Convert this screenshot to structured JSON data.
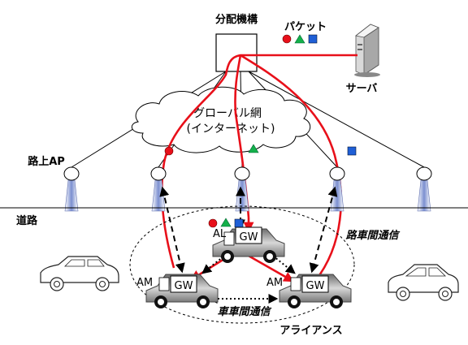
{
  "labels": {
    "distributor": "分配機構",
    "packet": "パケット",
    "server": "サーバ",
    "global_net_line1": "グローバル網",
    "global_net_line2": "(インターネット)",
    "roadside_ap": "路上AP",
    "road": "道路",
    "road_vehicle_comm": "路車間通信",
    "vehicle_vehicle_comm": "車車間通信",
    "alliance": "アライアンス",
    "al": "AL",
    "am_left": "AM",
    "am_right": "AM",
    "gw": "GW"
  },
  "colors": {
    "red_path": "#e8101a",
    "packet_red": "#e8101a",
    "packet_green": "#14b04a",
    "packet_blue": "#1f5fd6",
    "ap_pole": "#8090d0",
    "car_gray": "#8a8a8a"
  },
  "icons": {
    "packet_shapes": [
      "red-circle",
      "green-triangle",
      "blue-square"
    ],
    "server": "server-tower-icon",
    "car": "car-icon",
    "antenna": "antenna-icon"
  }
}
